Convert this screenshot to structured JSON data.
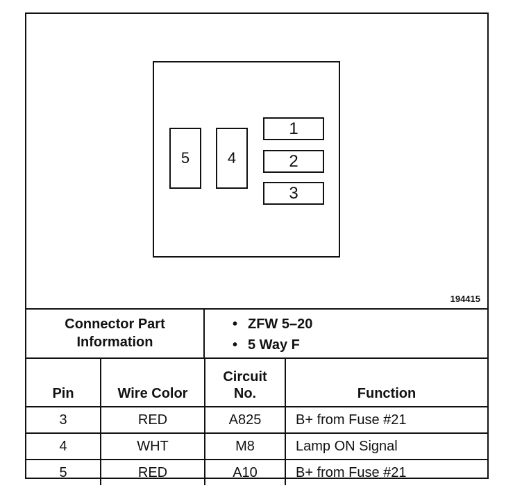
{
  "diagram": {
    "figure_number": "194415",
    "cavities": {
      "pin5": "5",
      "pin4": "4",
      "pin1": "1",
      "pin2": "2",
      "pin3": "3"
    }
  },
  "connector_info": {
    "label_line1": "Connector Part",
    "label_line2": "Information",
    "bullets": [
      "ZFW 5–20",
      "5 Way F"
    ],
    "bullet_symbol": "•"
  },
  "table": {
    "headers": {
      "pin": "Pin",
      "wire_color": "Wire Color",
      "circuit_line1": "Circuit",
      "circuit_line2": "No.",
      "function": "Function"
    },
    "rows": [
      {
        "pin": "3",
        "wire_color": "RED",
        "circuit": "A825",
        "function": "B+ from Fuse #21"
      },
      {
        "pin": "4",
        "wire_color": "WHT",
        "circuit": "M8",
        "function": "Lamp ON Signal"
      },
      {
        "pin": "5",
        "wire_color": "RED",
        "circuit": "A10",
        "function": "B+ from Fuse #21"
      }
    ]
  }
}
